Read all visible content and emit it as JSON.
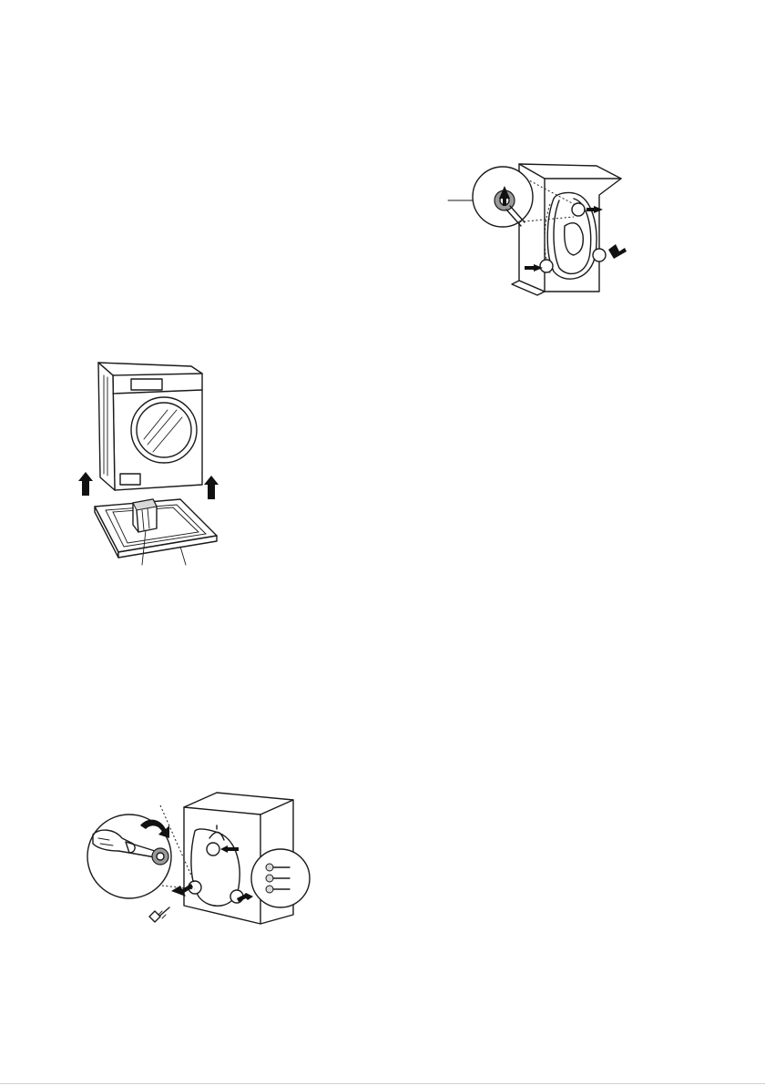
{
  "figures": [
    {
      "id": "rear-shipping-bolts",
      "icon": "washer-rear-bolts-illustration"
    },
    {
      "id": "remove-base-packing",
      "icon": "washer-lift-off-base-illustration"
    },
    {
      "id": "remove-bolts-wrench",
      "icon": "washer-wrench-bolt-removal-illustration"
    }
  ],
  "colors": {
    "line": "#1a1a1a",
    "arrow": "#111111",
    "background": "#ffffff"
  }
}
